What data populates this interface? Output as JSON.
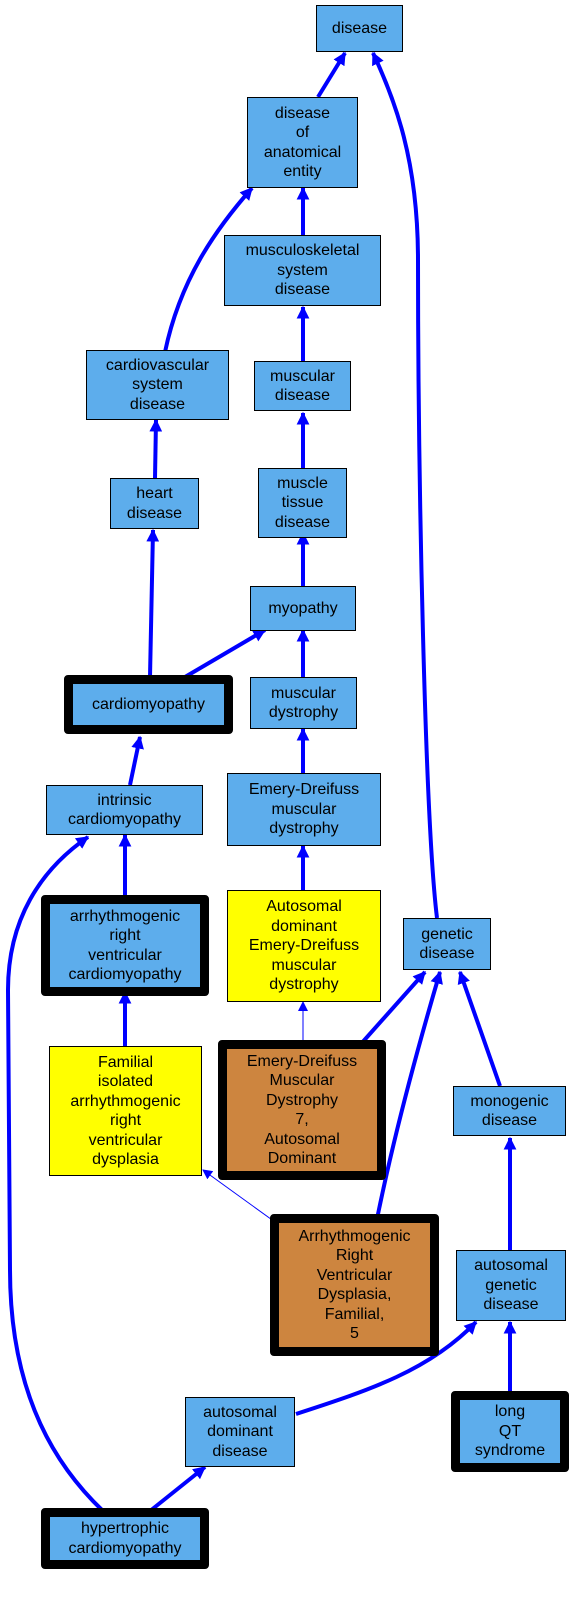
{
  "nodes": {
    "disease": "disease",
    "disease_of_anatomical_entity": "disease\nof\nanatomical\nentity",
    "musculoskeletal_system_disease": "musculoskeletal\nsystem\ndisease",
    "cardiovascular_system_disease": "cardiovascular\nsystem\ndisease",
    "muscular_disease": "muscular\ndisease",
    "heart_disease": "heart\ndisease",
    "muscle_tissue_disease": "muscle\ntissue\ndisease",
    "myopathy": "myopathy",
    "cardiomyopathy": "cardiomyopathy",
    "muscular_dystrophy": "muscular\ndystrophy",
    "intrinsic_cardiomyopathy": "intrinsic\ncardiomyopathy",
    "emery_dreifuss_muscular_dystrophy": "Emery-Dreifuss\nmuscular\ndystrophy",
    "arrhythmogenic_rv_cardiomyopathy": "arrhythmogenic\nright\nventricular\ncardiomyopathy",
    "ad_emery_dreifuss": "Autosomal\ndominant\nEmery-Dreifuss\nmuscular\ndystrophy",
    "genetic_disease": "genetic\ndisease",
    "familial_isolated_arvd": "Familial\nisolated\narrhythmogenic\nright\nventricular\ndysplasia",
    "edmd7": "Emery-Dreifuss\nMuscular\nDystrophy\n7,\nAutosomal\nDominant",
    "monogenic_disease": "monogenic\ndisease",
    "arvd5": "Arrhythmogenic\nRight\nVentricular\nDysplasia,\nFamilial,\n5",
    "autosomal_genetic_disease": "autosomal\ngenetic\ndisease",
    "autosomal_dominant_disease": "autosomal\ndominant\ndisease",
    "long_qt_syndrome": "long\nQT\nsyndrome",
    "hypertrophic_cardiomyopathy": "hypertrophic\ncardiomyopathy"
  },
  "colors": {
    "ontology_term": "#5dadec",
    "phenotype": "#ffff00",
    "query_disease": "#cd853f",
    "edge": "#0000ff",
    "border": "#000000"
  }
}
